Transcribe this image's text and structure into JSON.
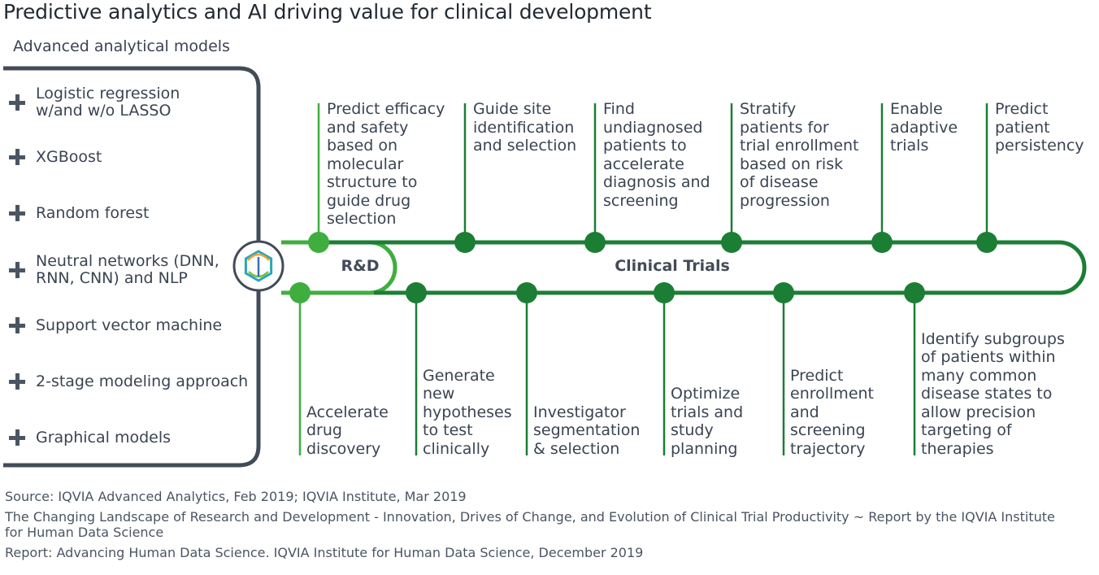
{
  "title": "Predictive analytics and AI driving value for clinical development",
  "models_heading": "Advanced analytical models",
  "models": [
    {
      "lines": [
        "Logistic regression",
        "w/and w/o LASSO"
      ]
    },
    {
      "lines": [
        "XGBoost"
      ]
    },
    {
      "lines": [
        "Random forest"
      ]
    },
    {
      "lines": [
        "Neutral networks (DNN,",
        "RNN, CNN) and NLP"
      ]
    },
    {
      "lines": [
        "Support vector machine"
      ]
    },
    {
      "lines": [
        "2-stage modeling approach"
      ]
    },
    {
      "lines": [
        "Graphical models"
      ]
    }
  ],
  "track": {
    "rd_label": "R&D",
    "clinical_label": "Clinical Trials"
  },
  "colors": {
    "light_green": "#3fae3f",
    "dark_green": "#1b7e34",
    "slate": "#424b57",
    "text": "#3a4452"
  },
  "upper_stops": [
    {
      "stage": "rd",
      "lines": [
        "Predict efficacy",
        "and safety",
        "based on",
        "molecular",
        "structure to",
        "guide drug",
        "selection"
      ]
    },
    {
      "stage": "clinical",
      "lines": [
        "Guide site",
        "identification",
        "and selection"
      ]
    },
    {
      "stage": "clinical",
      "lines": [
        "Find",
        "undiagnosed",
        "patients to",
        "accelerate",
        "diagnosis and",
        "screening"
      ]
    },
    {
      "stage": "clinical",
      "lines": [
        "Stratify",
        "patients for",
        "trial enrollment",
        "based on risk",
        "of disease",
        "progression"
      ]
    },
    {
      "stage": "clinical",
      "lines": [
        "Enable",
        "adaptive",
        "trials"
      ]
    },
    {
      "stage": "clinical",
      "lines": [
        "Predict",
        "patient",
        "persistency"
      ]
    }
  ],
  "lower_stops": [
    {
      "stage": "rd",
      "lines": [
        "Accelerate",
        "drug",
        "discovery"
      ]
    },
    {
      "stage": "clinical",
      "lines": [
        "Generate",
        "new",
        "hypotheses",
        "to test",
        "clinically"
      ]
    },
    {
      "stage": "clinical",
      "lines": [
        "Investigator",
        "segmentation",
        "& selection"
      ]
    },
    {
      "stage": "clinical",
      "lines": [
        "Optimize",
        "trials and",
        "study",
        "planning"
      ]
    },
    {
      "stage": "clinical",
      "lines": [
        "Predict",
        "enrollment",
        "and",
        "screening",
        "trajectory"
      ]
    },
    {
      "stage": "clinical",
      "lines": [
        "Identify subgroups",
        "of patients within",
        "many common",
        "disease states to",
        "allow precision",
        "targeting of",
        "therapies"
      ]
    }
  ],
  "footnotes": [
    "Source: IQVIA Advanced Analytics, Feb 2019; IQVIA Institute, Mar 2019",
    "The Changing Landscape of Research and Development - Innovation, Drives of Change, and Evolution of Clinical Trial Productivity ~ Report by the IQVIA Institute",
    "for Human Data Science",
    "Report: Advancing Human Data Science. IQVIA Institute for Human Data Science, December 2019"
  ]
}
